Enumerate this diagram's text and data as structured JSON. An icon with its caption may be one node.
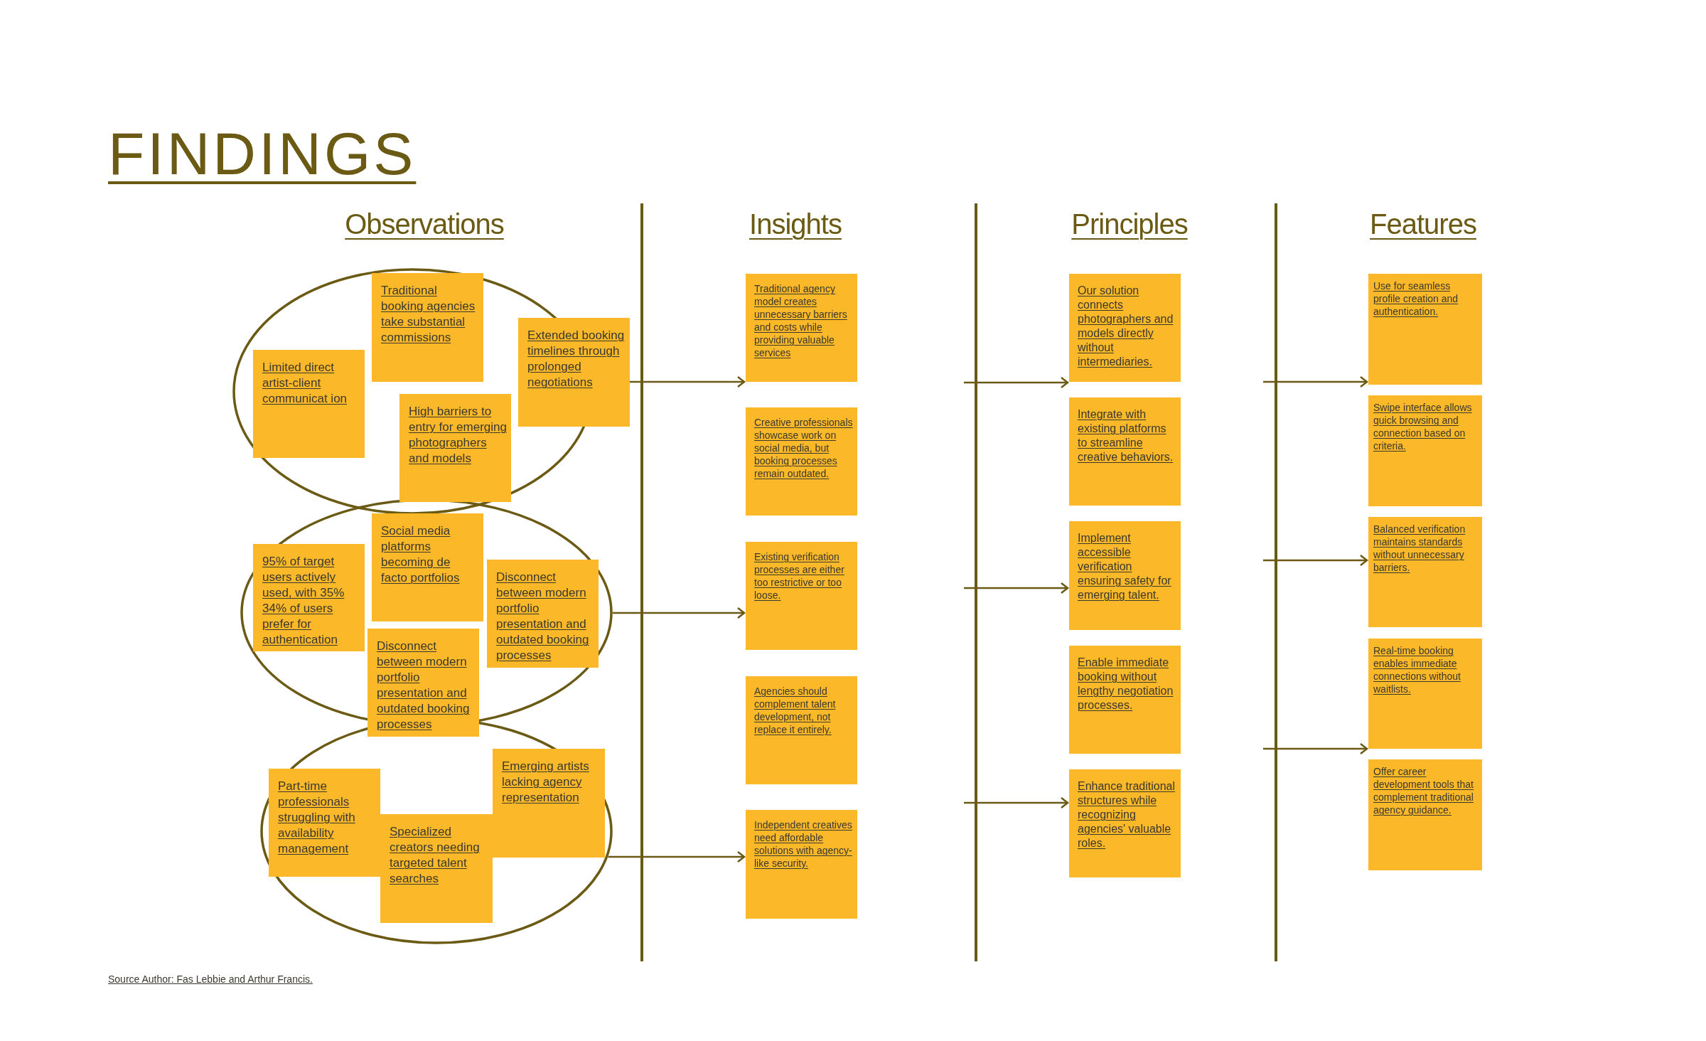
{
  "diagram": {
    "title": "FINDINGS",
    "nodes": [
      {
        "text": [],
        "shape": "ellipse"
      },
      {
        "text": [
          "Limited direct artist-client communicat ion"
        ],
        "in": 0
      },
      {
        "text": [
          "Traditional booking agencies take substantial commissions"
        ],
        "in": 0
      },
      {
        "text": [
          "High barriers to entry for emerging photographers and models"
        ],
        "in": 0
      },
      {
        "text": [
          "Extended booking timelines through prolonged negotiations"
        ]
      },
      {
        "text": [],
        "shape": "ellipse"
      },
      {
        "text": [
          "95% of target users actively used, with 35% 34% of users prefer for authentication"
        ],
        "in": 5
      },
      {
        "text": [
          "Social media platforms becoming de facto portfolios"
        ],
        "in": 5
      },
      {
        "text": [
          "Disconnect between modern portfolio presentation and outdated booking processes"
        ],
        "in": 5
      },
      {
        "text": [
          "Disconnect between modern portfolio presentation and outdated booking processes"
        ]
      },
      {
        "text": [],
        "shape": "ellipse"
      },
      {
        "text": [
          "Part-time professionals struggling with availability management"
        ],
        "in": 10
      },
      {
        "text": [
          "Specialized creators needing targeted talent searches"
        ],
        "in": 10
      },
      {
        "text": [
          "Emerging artists lacking agency representation"
        ],
        "in": 10
      },
      {
        "text": [
          "Traditional agency model creates unnecessary barriers and costs while providing valuable services"
        ]
      },
      {
        "text": [
          "Creative professionals showcase work on social media, but booking processes remain outdated."
        ]
      },
      {
        "text": [
          "Existing verification processes are either too restrictive or too loose."
        ]
      },
      {
        "text": [
          "Agencies should complement talent development, not replace it entirely."
        ]
      },
      {
        "text": [
          "Independent creatives need affordable solutions with agency-like security."
        ]
      },
      {
        "text": [
          "Our solution connects photographers and models directly without intermediaries."
        ]
      },
      {
        "text": [
          "Integrate with existing platforms to streamline creative behaviors."
        ]
      },
      {
        "text": [
          "Implement accessible verification ensuring safety for emerging talent."
        ]
      },
      {
        "text": [
          "Enable immediate booking without lengthy negotiation processes."
        ]
      },
      {
        "text": [
          "Enhance traditional structures while recognizing agencies' valuable roles."
        ]
      },
      {
        "text": [
          "Use for seamless profile creation and authentication."
        ]
      },
      {
        "text": [
          "Swipe interface allows quick browsing and connection based on criteria."
        ]
      },
      {
        "text": [
          "Balanced verification maintains standards without unnecessary barriers."
        ]
      },
      {
        "text": [
          "Real-time booking enables immediate connections without waitlists."
        ]
      },
      {
        "text": [
          "Offer career development tools that complement traditional agency guidance."
        ]
      }
    ],
    "edges": [
      {
        "from": 4,
        "to": 14,
        "arrow": "to"
      },
      {
        "from": 5,
        "to": 16,
        "arrow": "to"
      },
      {
        "from": 10,
        "to": 18,
        "arrow": "to"
      },
      {
        "from": null,
        "to": 19,
        "arrow": "to"
      },
      {
        "from": null,
        "to": 21,
        "arrow": "to"
      },
      {
        "from": null,
        "to": 23,
        "arrow": "to"
      },
      {
        "from": null,
        "to": 24,
        "arrow": "to"
      },
      {
        "from": null,
        "to": 26,
        "arrow": "to"
      },
      {
        "from": null,
        "to": 27,
        "arrow": "to"
      }
    ],
    "labels": [
      "Observations",
      "Insights",
      "Principles",
      "Features",
      "Source Author: Fas Lebbie and Arthur Francis."
    ]
  }
}
